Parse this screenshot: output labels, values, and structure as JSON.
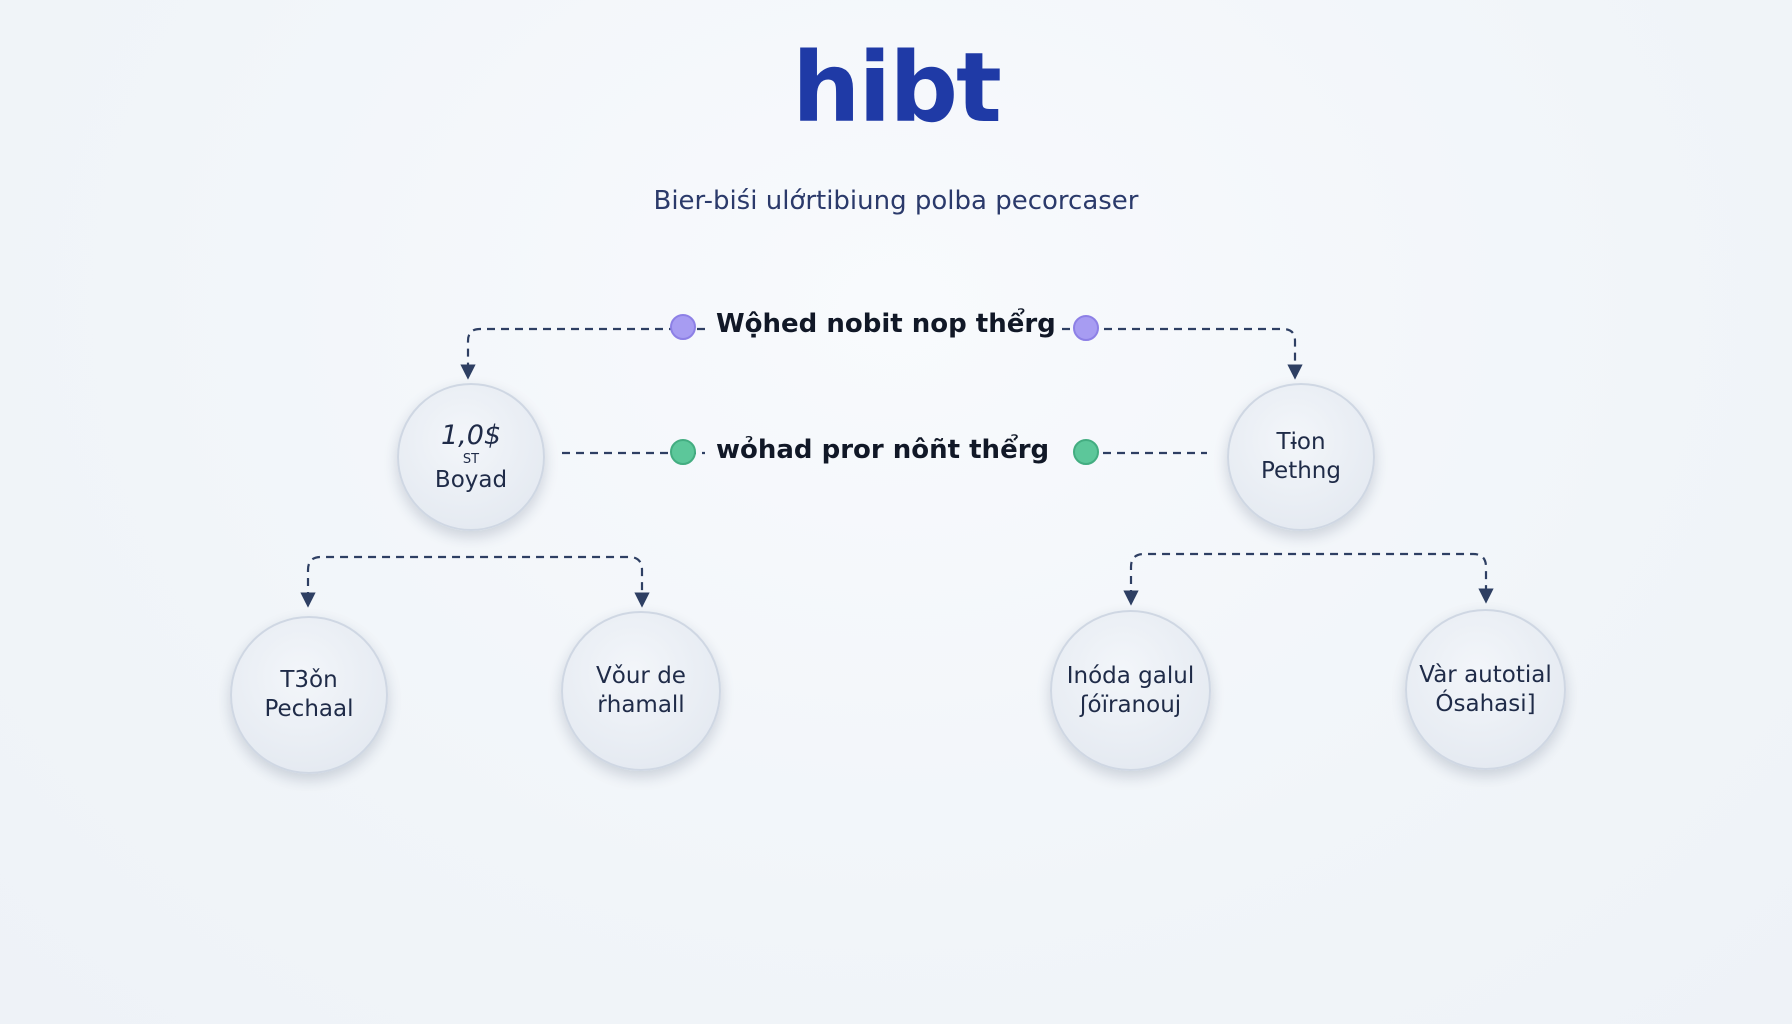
{
  "header": {
    "logo_text": "hibt",
    "subtitle": "Bier-biśi ulớrtibiung polba pecorcaser"
  },
  "colors": {
    "logo": "#1f3aa6",
    "dot_purple": "#a79cf2",
    "dot_green": "#5cc79a",
    "connector": "#2e3f63"
  },
  "diagram": {
    "top_label": "Wộhed nobit nop thểrg",
    "middle_label": "wỏhad pror nôñt thểrg",
    "nodes": {
      "left_parent": {
        "line1": "1,0$",
        "small": "ST",
        "line2": "Boyad"
      },
      "right_parent": {
        "line1": "Tɨon",
        "line2": "Pethng"
      },
      "left_child_1": {
        "line1": "T3ǒn",
        "line2": "Pechaal"
      },
      "left_child_2": {
        "line1": "Vǒur de",
        "line2": "ṙhamall"
      },
      "right_child_1": {
        "line1": "Inóda galul",
        "line2": "ʃóïranouj"
      },
      "right_child_2": {
        "line1": "Vàr autotial",
        "line2": "Ósahasi]"
      }
    }
  }
}
